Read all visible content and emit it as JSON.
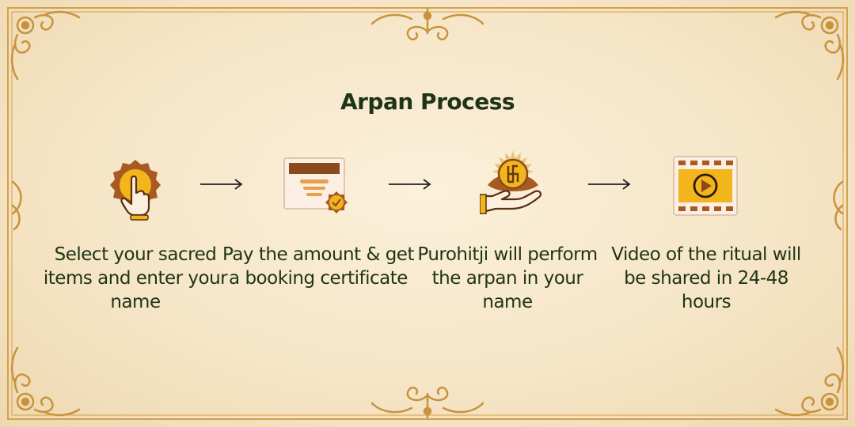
{
  "title": "Arpan Process",
  "steps": [
    {
      "icon": "hand-tap-icon",
      "label": "Select your sacred items and enter your name"
    },
    {
      "icon": "certificate-icon",
      "label": "Pay the amount & get a booking certificate"
    },
    {
      "icon": "swastika-offering-icon",
      "label": "Purohitji will perform the arpan in your name"
    },
    {
      "icon": "video-play-icon",
      "label": "Video of the ritual will be shared in 24-48 hours"
    }
  ],
  "colors": {
    "background": "#f6e6c8",
    "text": "#1f3316",
    "accent_gold": "#f2b51b",
    "accent_brown": "#8a4a1c",
    "border": "#d3a14d"
  }
}
